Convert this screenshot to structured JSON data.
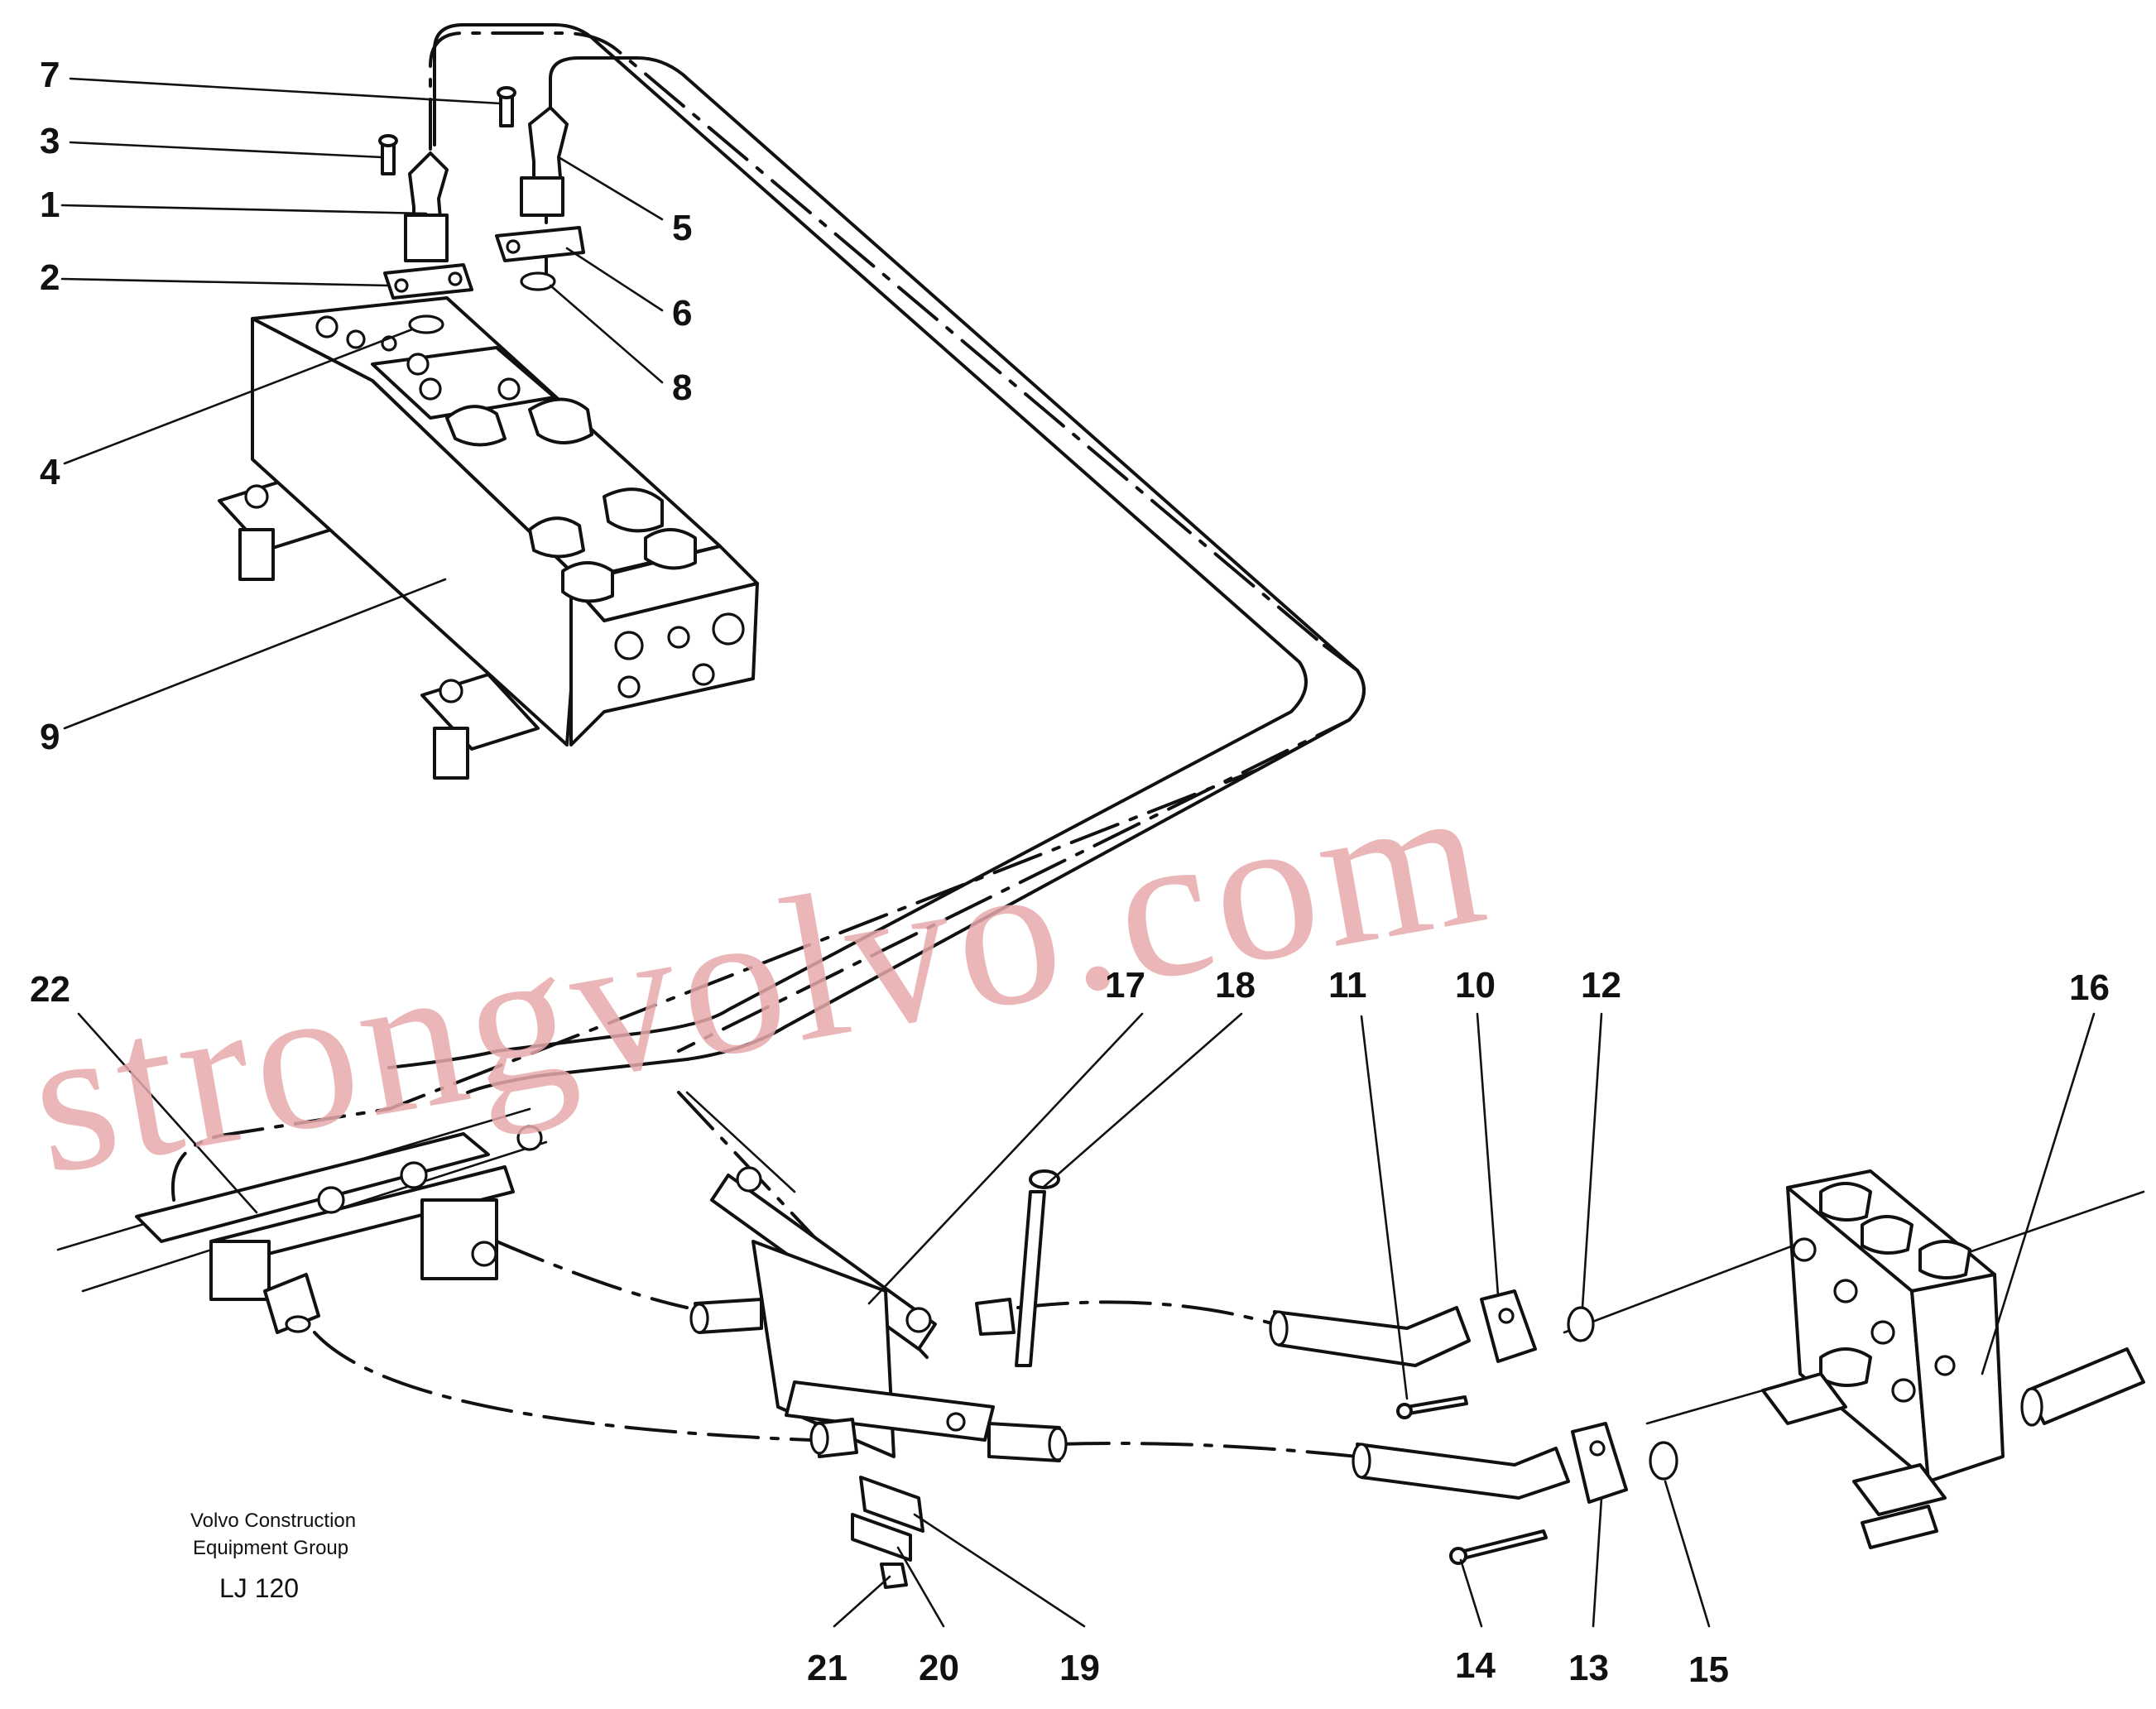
{
  "diagram": {
    "callouts": [
      {
        "id": "1",
        "label": "1"
      },
      {
        "id": "2",
        "label": "2"
      },
      {
        "id": "3",
        "label": "3"
      },
      {
        "id": "4",
        "label": "4"
      },
      {
        "id": "5",
        "label": "5"
      },
      {
        "id": "6",
        "label": "6"
      },
      {
        "id": "7",
        "label": "7"
      },
      {
        "id": "8",
        "label": "8"
      },
      {
        "id": "9",
        "label": "9"
      },
      {
        "id": "10",
        "label": "10"
      },
      {
        "id": "11",
        "label": "11"
      },
      {
        "id": "12",
        "label": "12"
      },
      {
        "id": "13",
        "label": "13"
      },
      {
        "id": "14",
        "label": "14"
      },
      {
        "id": "15",
        "label": "15"
      },
      {
        "id": "16",
        "label": "16"
      },
      {
        "id": "17",
        "label": "17"
      },
      {
        "id": "18",
        "label": "18"
      },
      {
        "id": "19",
        "label": "19"
      },
      {
        "id": "20",
        "label": "20"
      },
      {
        "id": "21",
        "label": "21"
      },
      {
        "id": "22",
        "label": "22"
      }
    ],
    "caption": {
      "line1": "Volvo Construction",
      "line2": "Equipment Group",
      "code": "LJ 120"
    },
    "watermark": "strongvolvo.com",
    "colors": {
      "ink": "#111111",
      "watermark": "#e8a9ab",
      "background": "#ffffff"
    }
  }
}
